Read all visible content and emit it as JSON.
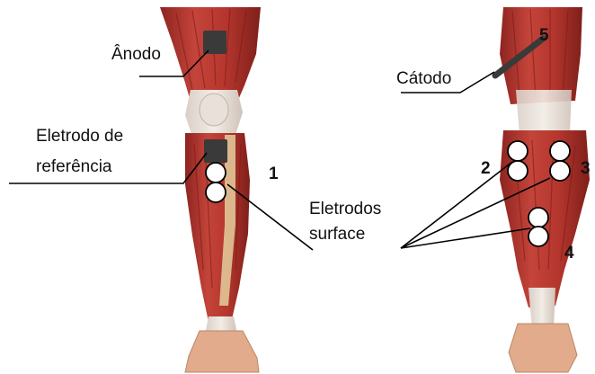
{
  "labels": {
    "anode": "Ânodo",
    "cathode": "Cátodo",
    "reference_line1": "Eletrodo de",
    "reference_line2": "referência",
    "surface_line1": "Eletrodos",
    "surface_line2": "surface"
  },
  "site_numbers": {
    "one": "1",
    "two": "2",
    "three": "3",
    "four": "4",
    "five": "5"
  },
  "colors": {
    "muscle_red": "#b8342c",
    "muscle_dark": "#8e2420",
    "tendon": "#e6dcd4",
    "skin": "#e8b496",
    "electrode_dark": "#3a3a3a"
  }
}
